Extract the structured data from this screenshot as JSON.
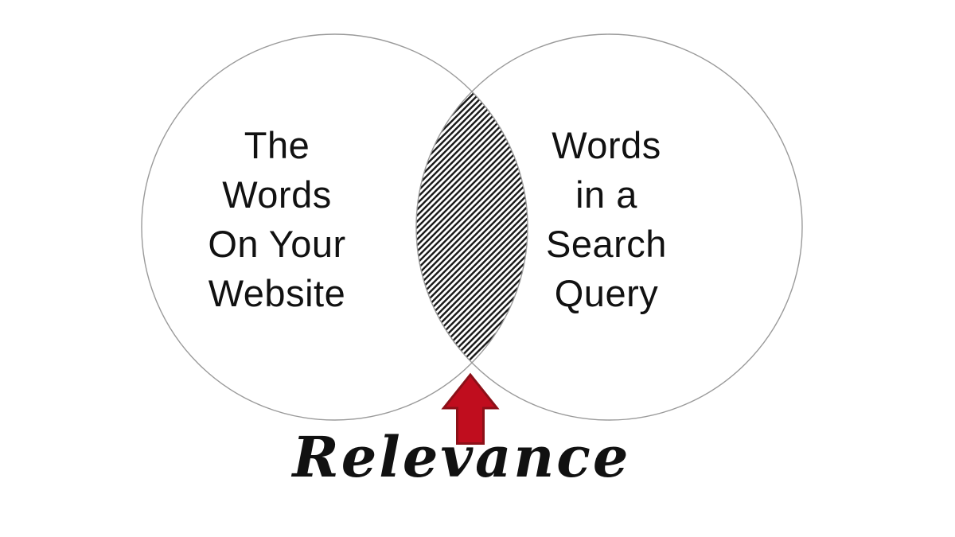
{
  "diagram": {
    "type": "venn",
    "left_circle": {
      "label": "The\nWords\nOn Your\nWebsite"
    },
    "right_circle": {
      "label": "Words\nin a\nSearch\nQuery"
    },
    "intersection": {
      "style": "diagonal-hatch"
    },
    "caption": "Relevance",
    "arrow_icon": "up-arrow",
    "colors": {
      "arrow_fill": "#c00d1e",
      "arrow_stroke": "#8c1018",
      "hatch": "#1a1a1a",
      "circle_stroke": "#9a9a9a",
      "text": "#111111"
    }
  }
}
